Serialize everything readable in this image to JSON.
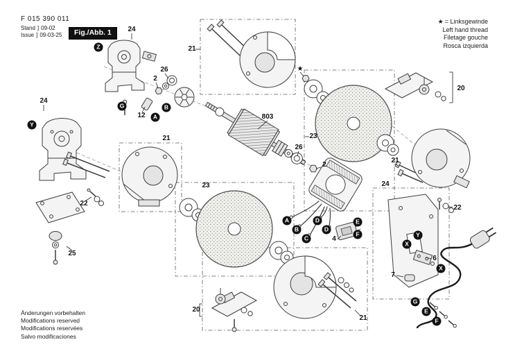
{
  "header": {
    "part_number": "F 015 390 011",
    "stand_label": "Stand",
    "issue_label": "Issue",
    "date_bracket": "]",
    "stand_value": "09-02",
    "issue_value": "09-03-25",
    "figure_label": "Fig./Abb. 1"
  },
  "legend": {
    "star": "★",
    "lines": [
      "= Linksgewinde",
      "Left hand thread",
      "Filetage gouche",
      "Rosca izquierda"
    ]
  },
  "footer": {
    "lines": [
      "Änderungen vorbehalten",
      "Modifications reserved",
      "Modifications reservées",
      "Salvo modificaciones"
    ]
  },
  "diagram": {
    "star_mark": "★",
    "callouts": [
      {
        "label": "24"
      },
      {
        "label": "21"
      },
      {
        "label": "26"
      },
      {
        "label": "2"
      },
      {
        "label": "12"
      },
      {
        "label": "803"
      },
      {
        "label": "21"
      },
      {
        "label": "24"
      },
      {
        "label": "22"
      },
      {
        "label": "23"
      },
      {
        "label": "25"
      },
      {
        "label": "26"
      },
      {
        "label": "2"
      },
      {
        "label": "23"
      },
      {
        "label": "20"
      },
      {
        "label": "21"
      },
      {
        "label": "22"
      },
      {
        "label": "24"
      },
      {
        "label": "4"
      },
      {
        "label": "7"
      },
      {
        "label": "6"
      },
      {
        "label": "20"
      },
      {
        "label": "21"
      }
    ],
    "markers": [
      {
        "label": "Z"
      },
      {
        "label": "G"
      },
      {
        "label": "B"
      },
      {
        "label": "A"
      },
      {
        "label": "Y"
      },
      {
        "label": "A"
      },
      {
        "label": "D"
      },
      {
        "label": "B"
      },
      {
        "label": "D"
      },
      {
        "label": "C"
      },
      {
        "label": "E"
      },
      {
        "label": "F"
      },
      {
        "label": "Y"
      },
      {
        "label": "X"
      },
      {
        "label": "X"
      },
      {
        "label": "G"
      },
      {
        "label": "E"
      },
      {
        "label": "F"
      }
    ]
  }
}
